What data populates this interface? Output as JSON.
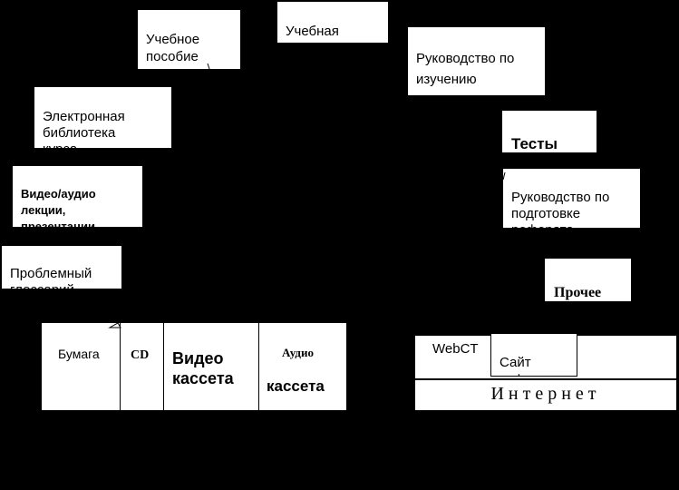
{
  "left_column": {
    "textbook": "Учебное\nпособие",
    "e_library": "Электронная\nбиблиотека\nкурса",
    "video_lectures": "Видео/аудио\nлекции,\nпрезентации",
    "glossary": "Проблемный\nглоссарий"
  },
  "top": {
    "curriculum": "Учебная\nпрограмма"
  },
  "right_column": {
    "study_guide": "Руководство по\nизучению\nдисциплины",
    "tests": "Тесты",
    "essay_guide": "Руководство по\nподготовке\nреферата",
    "other": "Прочее"
  },
  "media_table": {
    "paper": "Бумага",
    "cd": "CD",
    "video": "Видео\nкассета",
    "audio_top": "Аудио",
    "audio_bottom": "кассета"
  },
  "internet_panel": {
    "webct": "WebCT",
    "dept_site": "Сайт\nкафедры",
    "internet": "Интернет"
  },
  "colors": {
    "background": "#000000",
    "box": "#ffffff",
    "text": "#000000"
  }
}
